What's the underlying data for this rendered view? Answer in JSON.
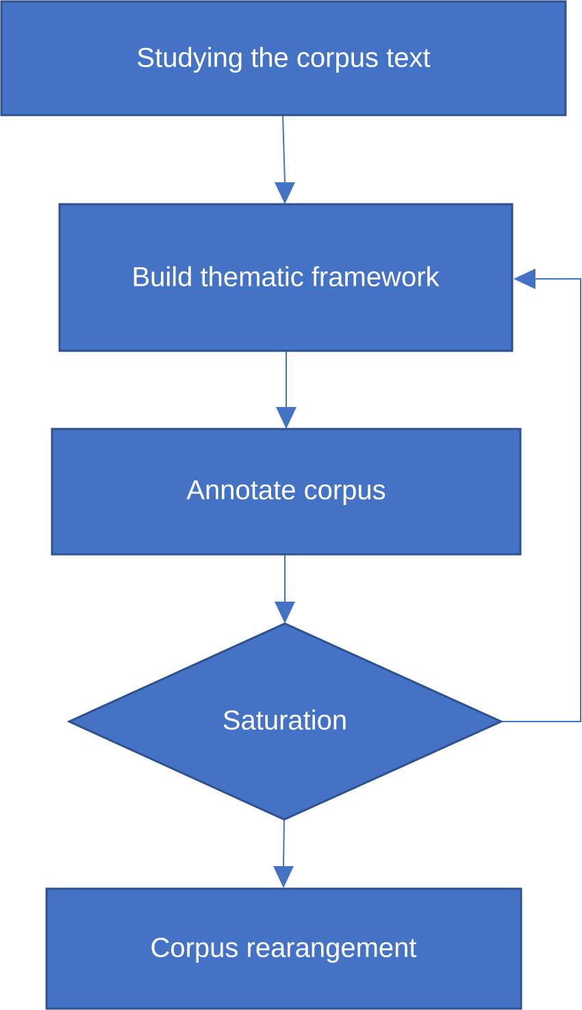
{
  "flowchart": {
    "nodes": [
      {
        "id": "study",
        "shape": "rectangle",
        "label": "Studying the corpus text"
      },
      {
        "id": "build",
        "shape": "rectangle",
        "label": "Build thematic framework"
      },
      {
        "id": "annotate",
        "shape": "rectangle",
        "label": "Annotate corpus"
      },
      {
        "id": "saturation",
        "shape": "diamond",
        "label": "Saturation"
      },
      {
        "id": "rearrange",
        "shape": "rectangle",
        "label": "Corpus rearangement"
      }
    ],
    "edges": [
      {
        "from": "study",
        "to": "build"
      },
      {
        "from": "build",
        "to": "annotate"
      },
      {
        "from": "annotate",
        "to": "saturation"
      },
      {
        "from": "saturation",
        "to": "rearrange"
      },
      {
        "from": "saturation",
        "to": "build",
        "route": "loop-right"
      }
    ],
    "colors": {
      "fill": "#4472C4",
      "border": "#2F528F",
      "text": "#FFFFFF",
      "connector": "#4472C4"
    }
  }
}
